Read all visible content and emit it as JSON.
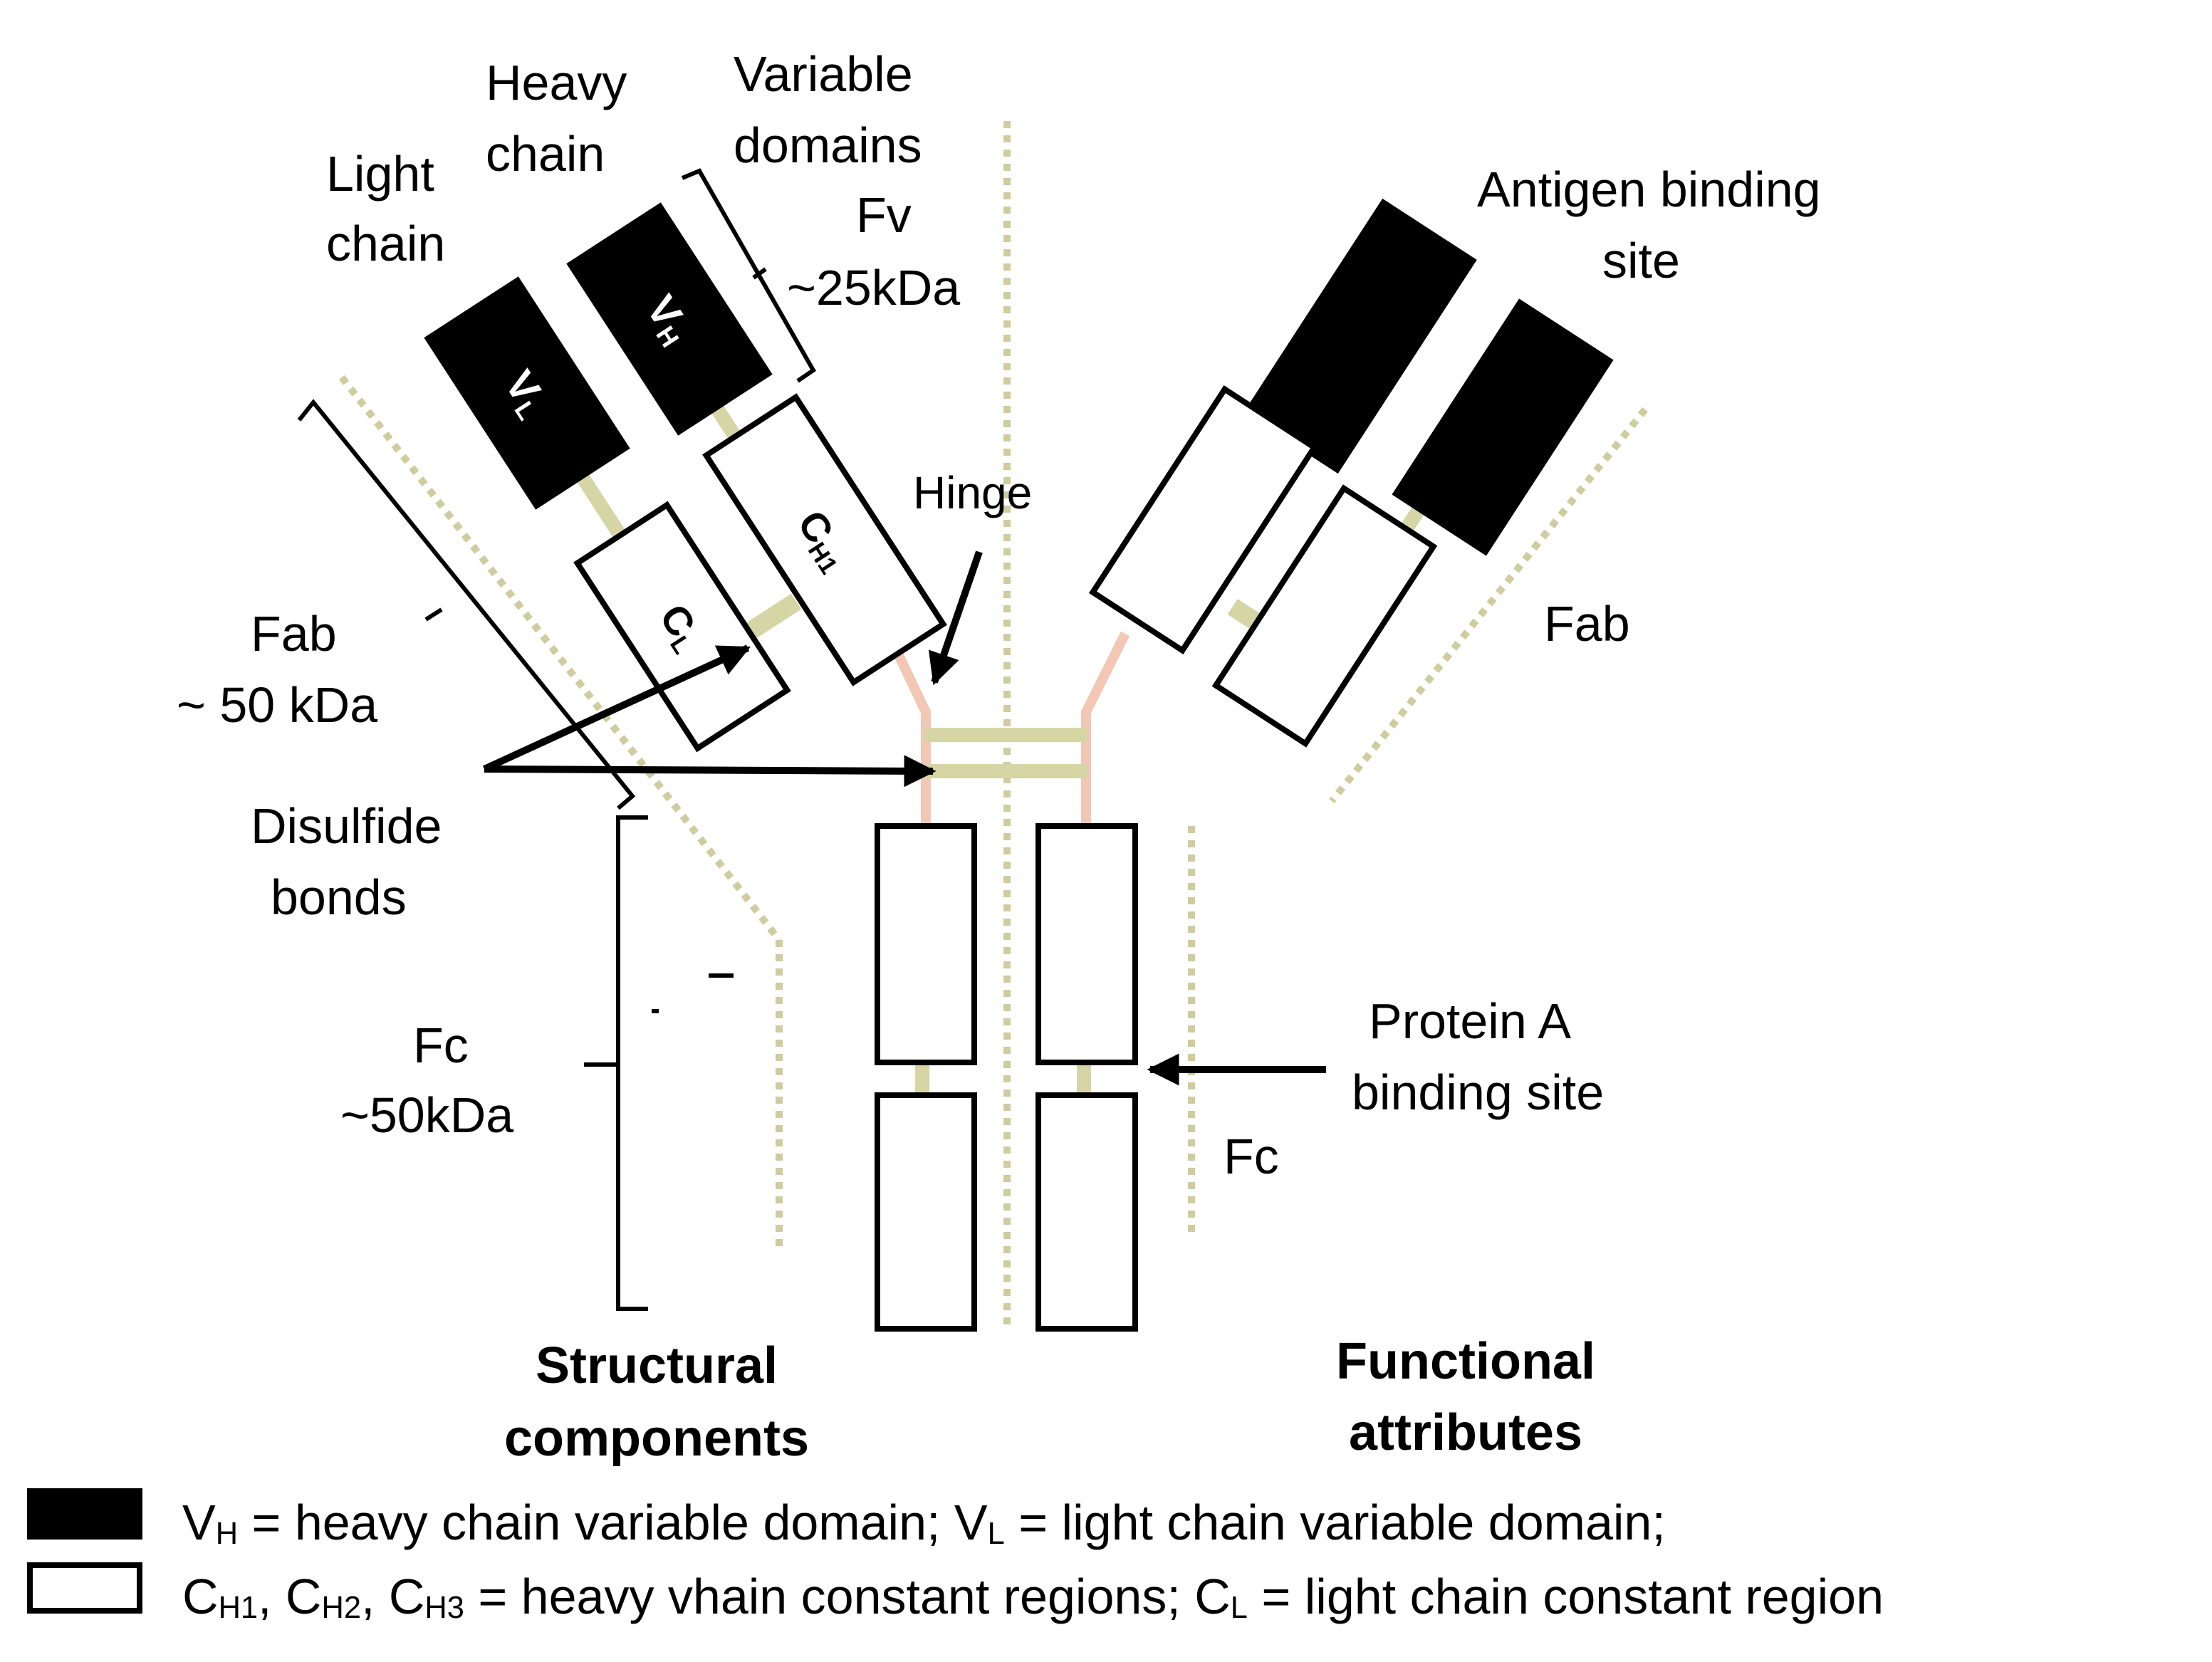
{
  "labels": {
    "light_chain_l1": "Light",
    "light_chain_l2": "chain",
    "heavy_chain_l1": "Heavy",
    "heavy_chain_l2": "chain",
    "variable_l1": "Variable",
    "variable_l2": "domains",
    "fv_l1": "Fv",
    "fv_l2": "~25kDa",
    "antigen_l1": "Antigen binding",
    "antigen_l2": "site",
    "hinge": "Hinge",
    "fab_left_l1": "Fab",
    "fab_left_l2": "~ 50 kDa",
    "fab_right": "Fab",
    "disulfide_l1": "Disulfide",
    "disulfide_l2": "bonds",
    "fc_left_l1": "Fc",
    "fc_left_l2": "~50kDa",
    "protein_a_l1": "Protein A",
    "protein_a_l2": "binding site",
    "fc_right": "Fc",
    "structural_l1": "Structural",
    "structural_l2": "components",
    "functional_l1": "Functional",
    "functional_l2": "attributes"
  },
  "domains": {
    "vl": {
      "main": "V",
      "sub": "L"
    },
    "vh": {
      "main": "V",
      "sub": "H"
    },
    "cl": {
      "main": "C",
      "sub": "L"
    },
    "ch1": {
      "main": "C",
      "sub": "H1"
    }
  },
  "legend": {
    "dark_vh": "V",
    "dark_vh_sub": "H",
    "dark_text1": " = heavy chain variable domain; ",
    "dark_vl": "V",
    "dark_vl_sub": "L",
    "dark_text2": " = light chain variable domain;",
    "light_c1": "C",
    "light_c1_sub": "H1",
    "light_c2": ", C",
    "light_c2_sub": "H2",
    "light_c3": ", C",
    "light_c3_sub": "H3",
    "light_text1": " = heavy vhain constant regions; C",
    "light_cl_sub": "L",
    "light_text2": " = light chain constant region"
  },
  "colors": {
    "variable_domain": "#000000",
    "constant_region": "#ffffff",
    "linker": "#d5d5a6",
    "hinge": "#f3c7b6",
    "divider": "#cfcc9f"
  }
}
